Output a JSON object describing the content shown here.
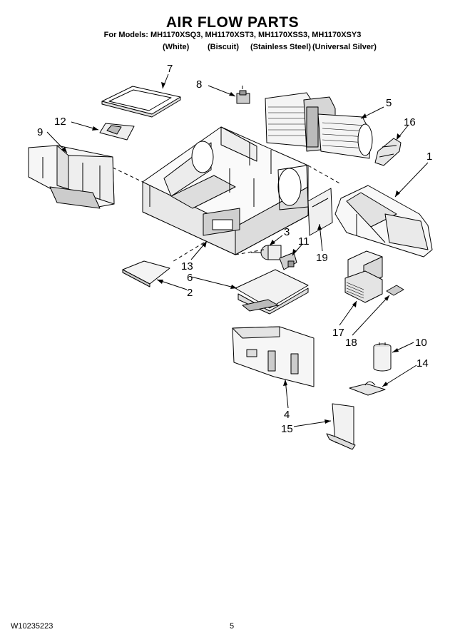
{
  "header": {
    "title": "AIR FLOW PARTS",
    "models": "For Models: MH1170XSQ3, MH1170XST3, MH1170XSS3, MH1170XSY3",
    "variants": [
      "(White)",
      "(Biscuit)",
      "(Stainless Steel)",
      "(Universal Silver)"
    ]
  },
  "callouts": [
    "1",
    "2",
    "3",
    "4",
    "5",
    "6",
    "7",
    "8",
    "10",
    "11",
    "12",
    "13",
    "14",
    "15",
    "16",
    "17",
    "18",
    "19"
  ],
  "callout_extra": "9",
  "footer": {
    "doc_number": "W10235223",
    "page_number": "5"
  }
}
